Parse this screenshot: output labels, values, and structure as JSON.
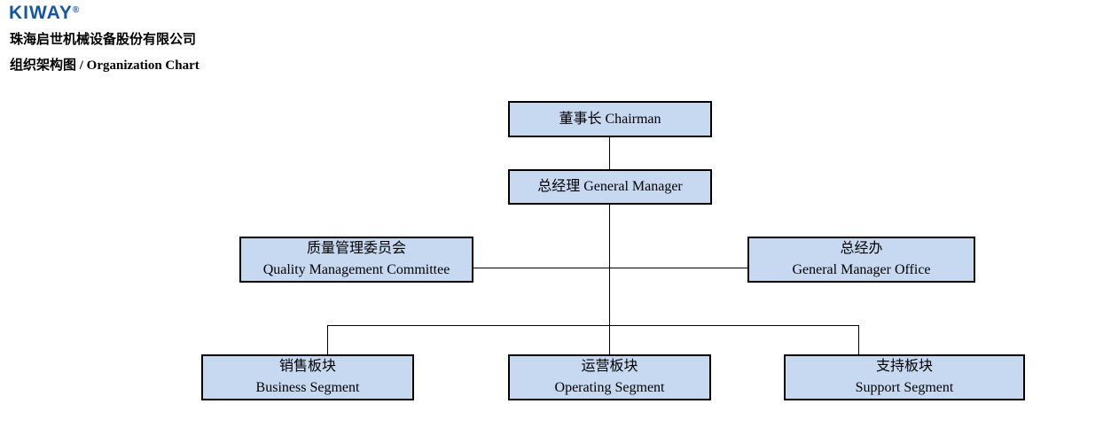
{
  "header": {
    "logo_text": "KIWAY",
    "logo_reg": "®",
    "company_name": "珠海启世机械设备股份有限公司",
    "chart_title": "组织架构图 / Organization Chart"
  },
  "colors": {
    "logo_blue": "#1456A4",
    "box_fill": "#C6D9F1",
    "box_border": "#000000",
    "line_color": "#000000"
  },
  "org": {
    "nodes": [
      {
        "id": "chairman",
        "line1": "董事长 Chairman",
        "line2": ""
      },
      {
        "id": "gm",
        "line1": "总经理 General Manager",
        "line2": ""
      },
      {
        "id": "qmc",
        "line1": "质量管理委员会",
        "line2": "Quality Management Committee"
      },
      {
        "id": "gmo",
        "line1": "总经办",
        "line2": "General Manager Office"
      },
      {
        "id": "business",
        "line1": "销售板块",
        "line2": "Business Segment"
      },
      {
        "id": "operating",
        "line1": "运营板块",
        "line2": "Operating Segment"
      },
      {
        "id": "support",
        "line1": "支持板块",
        "line2": "Support Segment"
      }
    ],
    "edges": [
      {
        "from": "chairman",
        "to": "gm"
      },
      {
        "from": "gm",
        "to": "qmc"
      },
      {
        "from": "gm",
        "to": "gmo"
      },
      {
        "from": "gm",
        "to": "business"
      },
      {
        "from": "gm",
        "to": "operating"
      },
      {
        "from": "gm",
        "to": "support"
      }
    ]
  }
}
